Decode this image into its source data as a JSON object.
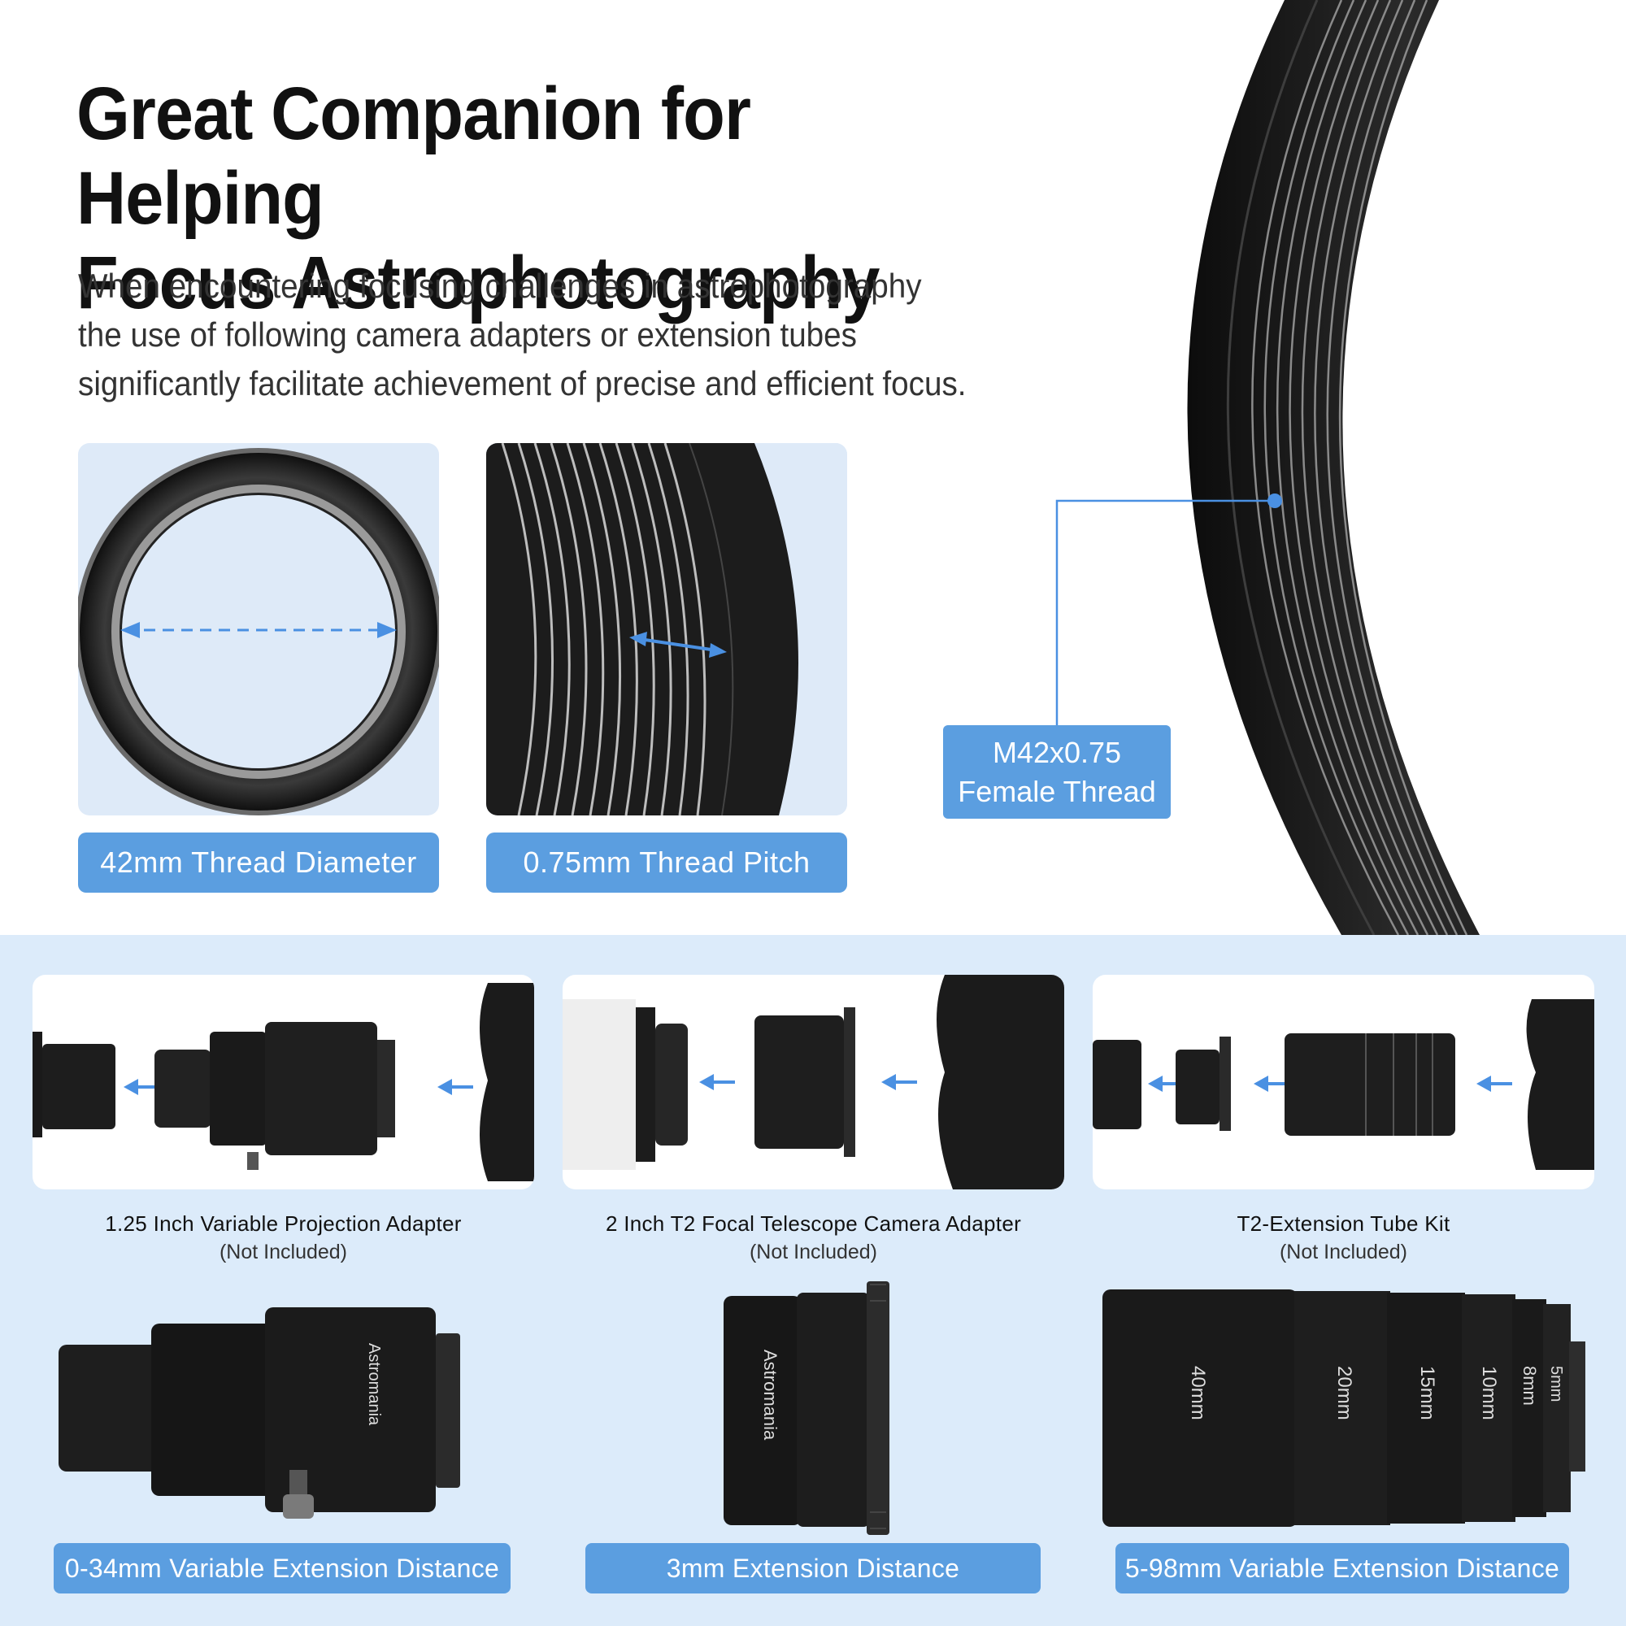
{
  "hero": {
    "title_line1": "Great Companion for Helping",
    "title_line2": "Focus Astrophotography",
    "desc_line1": "When encountering focusing challenges in astrophotography",
    "desc_line2": "the use of following camera adapters or extension tubes",
    "desc_line3": "significantly facilitate achievement of precise and efficient focus."
  },
  "features": {
    "diameter_label": "42mm Thread Diameter",
    "pitch_label": "0.75mm Thread Pitch",
    "callout_line1": "M42x0.75",
    "callout_line2": "Female Thread"
  },
  "adapters": [
    {
      "name": "1.25 Inch Variable Projection Adapter",
      "note": "(Not Included)",
      "distance": "0-34mm Variable Extension Distance"
    },
    {
      "name": "2 Inch T2 Focal Telescope Camera Adapter",
      "note": "(Not Included)",
      "distance": "3mm Extension Distance"
    },
    {
      "name": "T2-Extension Tube Kit",
      "note": "(Not Included)",
      "distance": "5-98mm Variable Extension Distance"
    }
  ],
  "brand": "Astromania",
  "tube_labels": [
    "40mm",
    "20mm",
    "15mm",
    "10mm",
    "8mm",
    "5mm"
  ],
  "colors": {
    "accent": "#5b9ee0",
    "band": "#dcebfa",
    "panel": "#deeaf8",
    "metal": "#1e1e1e"
  }
}
